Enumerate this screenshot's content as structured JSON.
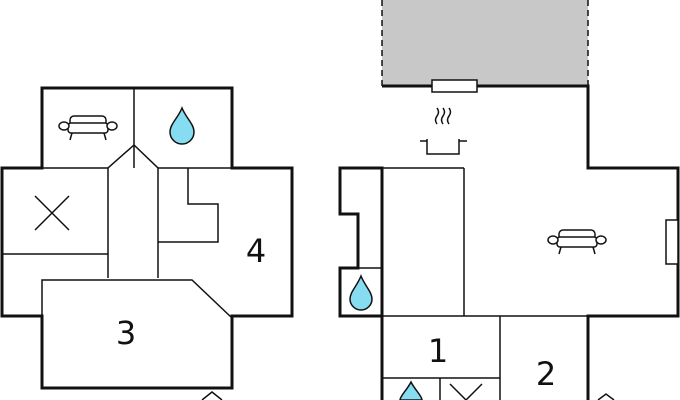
{
  "floor_plan": {
    "left_floor": {
      "rooms": [
        {
          "label": "3"
        },
        {
          "label": "4"
        }
      ],
      "icons": [
        "sofa-icon",
        "water-drop-icon",
        "cross-icon"
      ]
    },
    "right_floor": {
      "rooms": [
        {
          "label": "1"
        },
        {
          "label": "2"
        }
      ],
      "icons": [
        "cooking-pot-icon",
        "sofa-icon",
        "water-drop-icon",
        "cross-icon"
      ]
    },
    "colors": {
      "wall": "#111111",
      "terrace": "#c8c8c8",
      "water": "#86dcf0",
      "background": "#ffffff"
    }
  }
}
